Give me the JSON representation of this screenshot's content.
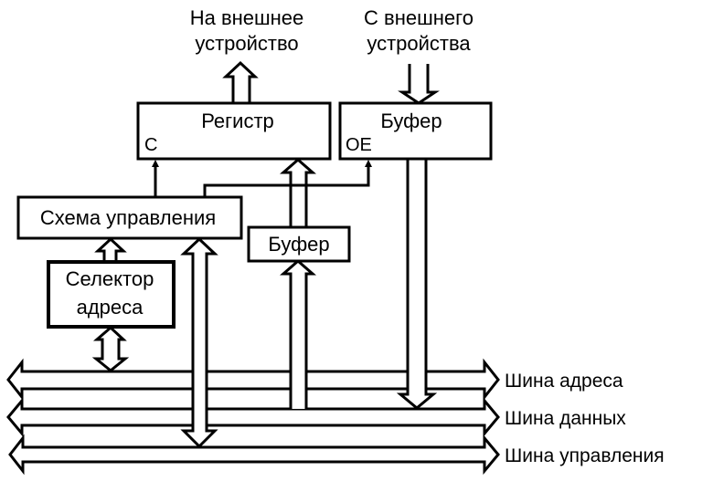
{
  "external": {
    "to_device_line1": "На внешнее",
    "to_device_line2": "устройство",
    "from_device_line1": "С внешнего",
    "from_device_line2": "устройства"
  },
  "blocks": {
    "register": {
      "title": "Регистр",
      "pin": "C"
    },
    "buffer_top": {
      "title": "Буфер",
      "pin": "OE"
    },
    "control": {
      "title": "Схема управления"
    },
    "buffer_mid": {
      "title": "Буфер"
    },
    "selector": {
      "line1": "Селектор",
      "line2": "адреса"
    }
  },
  "buses": {
    "address": "Шина адреса",
    "data": "Шина данных",
    "control": "Шина управления"
  },
  "colors": {
    "stroke": "#000000",
    "fill": "#ffffff"
  }
}
